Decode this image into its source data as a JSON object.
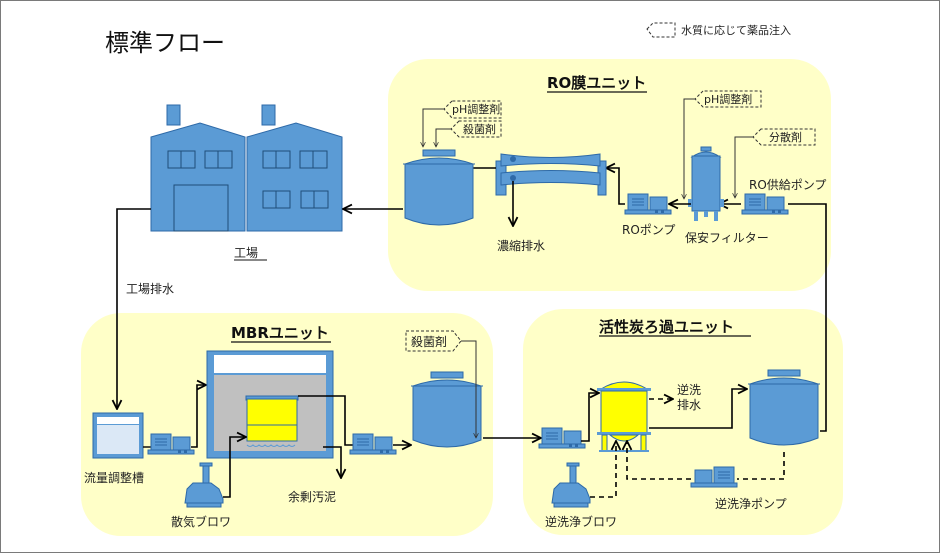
{
  "title": "標準フロー",
  "legend": {
    "label": "水質に応じて薬品注入",
    "symbol": "dashed-chemical-tag"
  },
  "colors": {
    "equipment_blue": "#5b9bd5",
    "equipment_stroke": "#2e6aa8",
    "unit_background": "#ffffc8",
    "media_yellow": "#ffff00",
    "basin_gray": "#c0c0c0",
    "flow_line": "#000000"
  },
  "units": {
    "ro": {
      "title": "RO膜ユニット",
      "chemicals": [
        "pH調整剤",
        "殺菌剤",
        "pH調整剤",
        "分散剤"
      ],
      "labels": {
        "concentrate": "濃縮排水",
        "ro_pump": "ROポンプ",
        "safety_filter": "保安フィルター",
        "ro_feed_pump": "RO供給ポンプ"
      }
    },
    "mbr": {
      "title": "MBRユニット",
      "chemicals": [
        "殺菌剤"
      ],
      "labels": {
        "equalization_tank": "流量調整槽",
        "aeration_blower": "散気ブロワ",
        "excess_sludge": "余剰汚泥"
      }
    },
    "carbon": {
      "title": "活性炭ろ過ユニット",
      "labels": {
        "backwash_drain": "逆洗\n排水",
        "backwash_drain_line1": "逆洗",
        "backwash_drain_line2": "排水",
        "backwash_blower": "逆洗浄ブロワ",
        "backwash_pump": "逆洗浄ポンプ"
      }
    }
  },
  "factory": {
    "label": "工場",
    "effluent_label": "工場排水"
  }
}
